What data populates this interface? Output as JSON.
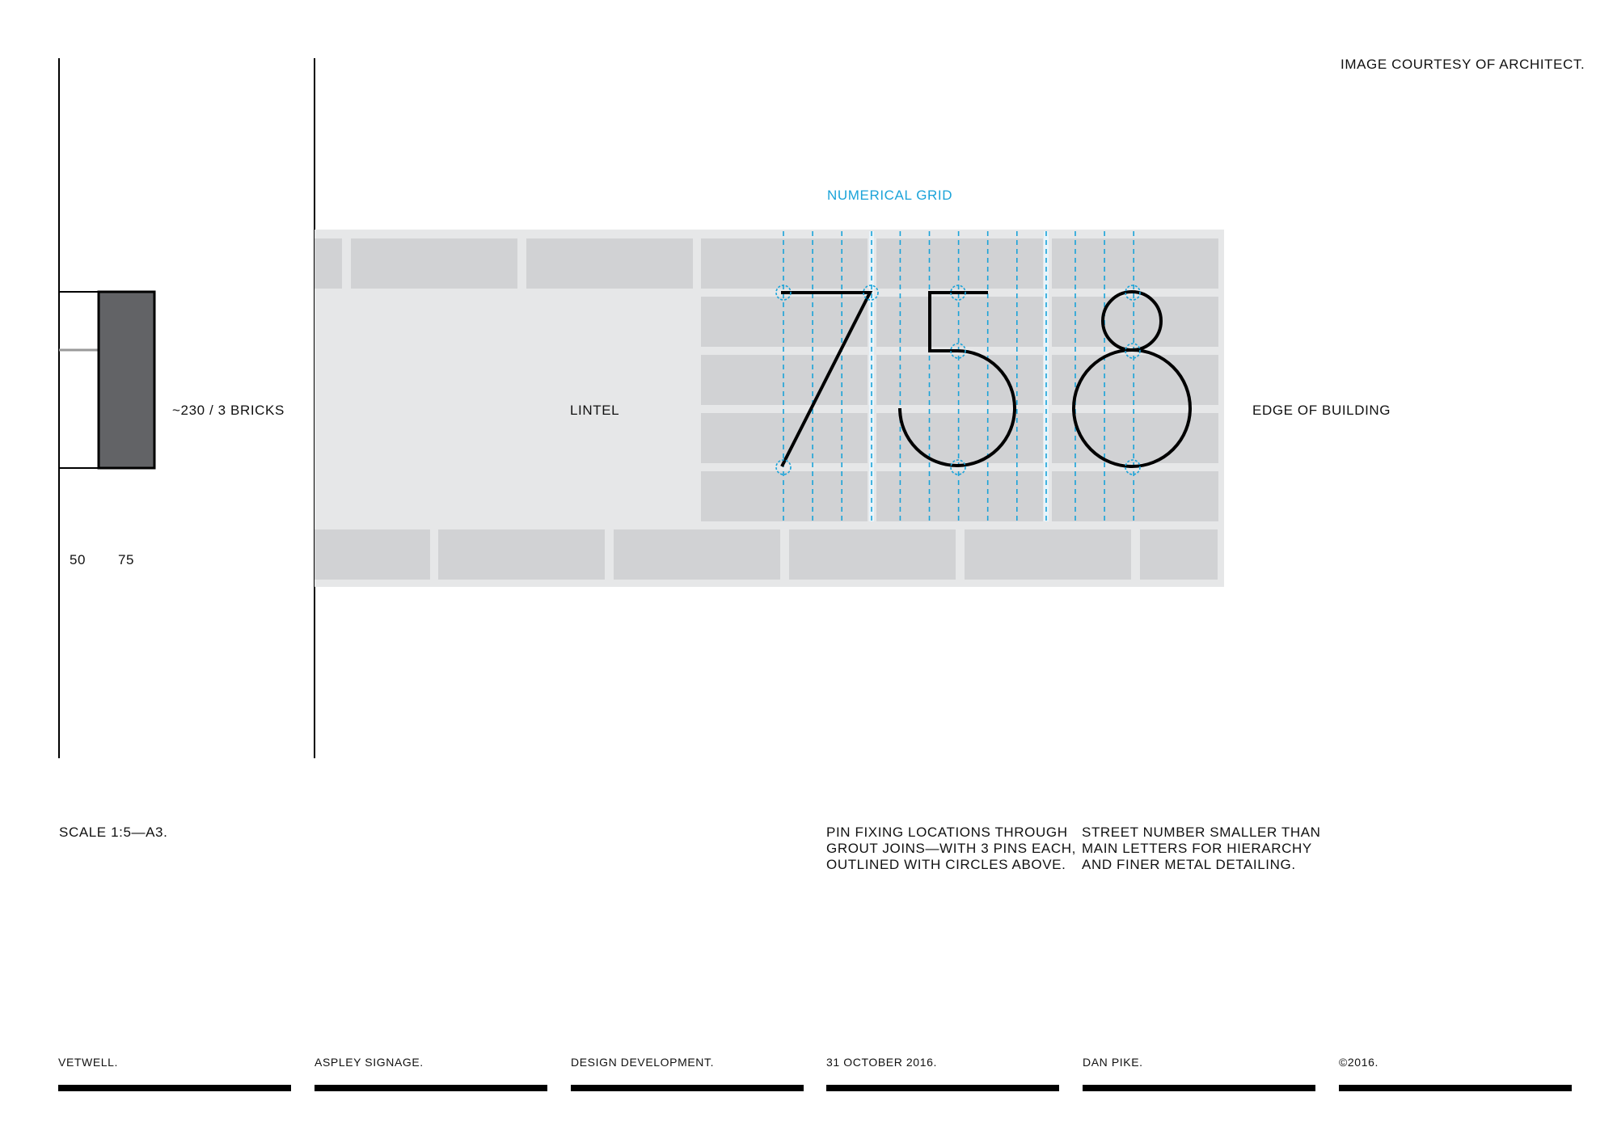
{
  "credit": "IMAGE COURTESY OF ARCHITECT.",
  "grid_label": "NUMERICAL GRID",
  "section": {
    "height_label": "~230 / 3 BRICKS",
    "dim_a": "50",
    "dim_b": "75"
  },
  "wall": {
    "lintel_label": "LINTEL",
    "edge_label": "EDGE OF BUILDING",
    "digits": "758"
  },
  "scale": "SCALE 1:5—A3.",
  "notes": {
    "pins": [
      "PIN FIXING LOCATIONS THROUGH",
      "GROUT JOINS—WITH 3 PINS EACH,",
      "OUTLINED WITH CIRCLES ABOVE."
    ],
    "number": [
      "STREET NUMBER SMALLER THAN",
      "MAIN LETTERS FOR HIERARCHY",
      "AND FINER METAL DETAILING."
    ]
  },
  "footer": [
    "VETWELL.",
    "ASPLEY SIGNAGE.",
    "DESIGN DEVELOPMENT.",
    "31 OCTOBER 2016.",
    "DAN PIKE.",
    "©2016."
  ],
  "colors": {
    "grid_blue": "#1aa3d9",
    "brick": "#d1d2d4",
    "mortar": "#e6e7e8",
    "section_fill": "#626366",
    "ink": "#111111"
  }
}
